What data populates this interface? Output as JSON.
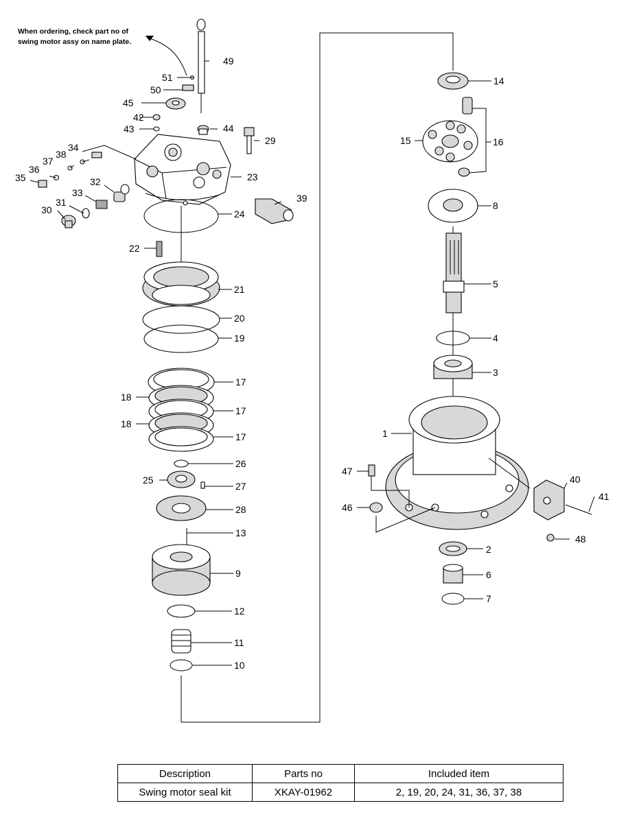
{
  "note": {
    "line1": "When ordering, check part no of",
    "line2": "swing motor assy on name plate."
  },
  "callouts": [
    "1",
    "2",
    "3",
    "4",
    "5",
    "6",
    "7",
    "8",
    "9",
    "10",
    "11",
    "12",
    "13",
    "14",
    "15",
    "16",
    "17",
    "17",
    "17",
    "18",
    "18",
    "19",
    "20",
    "21",
    "22",
    "23",
    "24",
    "25",
    "26",
    "27",
    "28",
    "29",
    "30",
    "31",
    "32",
    "33",
    "34",
    "35",
    "36",
    "37",
    "38",
    "39",
    "40",
    "41",
    "42",
    "43",
    "44",
    "45",
    "46",
    "47",
    "48",
    "49",
    "50",
    "51"
  ],
  "table": {
    "headers": [
      "Description",
      "Parts no",
      "Included item"
    ],
    "rows": [
      [
        "Swing motor seal kit",
        "XKAY-01962",
        "2, 19, 20, 24, 31, 36, 37, 38"
      ]
    ]
  }
}
